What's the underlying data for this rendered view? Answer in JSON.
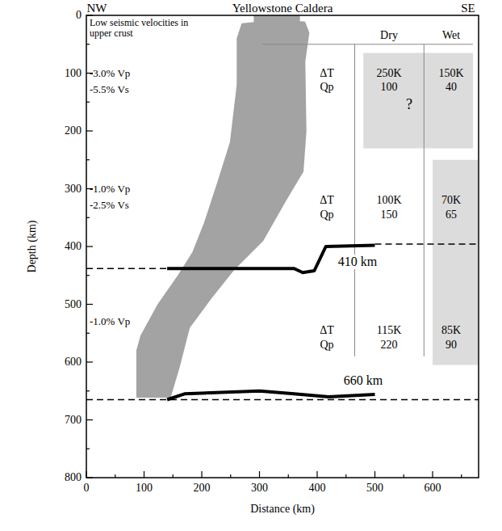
{
  "diagram": {
    "title": "Yellowstone Caldera",
    "labels": [
      "NW",
      "SE",
      "Low seismic velocities in upper crust",
      "-3.0% Vp",
      "-5.5% Vs",
      "-1.0% Vp",
      "-2.5% Vs",
      "-1.0% Vp",
      "Dry",
      "Wet",
      "ΔT",
      "250K",
      "150K",
      "Qp",
      "100",
      "40",
      "?",
      "ΔT",
      "100K",
      "70K",
      "Qp",
      "150",
      "65",
      "410 km",
      "ΔT",
      "115K",
      "85K",
      "Qp",
      "220",
      "90",
      "660 km",
      "Depth (km)",
      "Distance (km)",
      "0",
      "100",
      "200",
      "300",
      "400",
      "500",
      "600",
      "700",
      "800",
      "0",
      "100",
      "200",
      "300",
      "400",
      "500",
      "600"
    ]
  }
}
